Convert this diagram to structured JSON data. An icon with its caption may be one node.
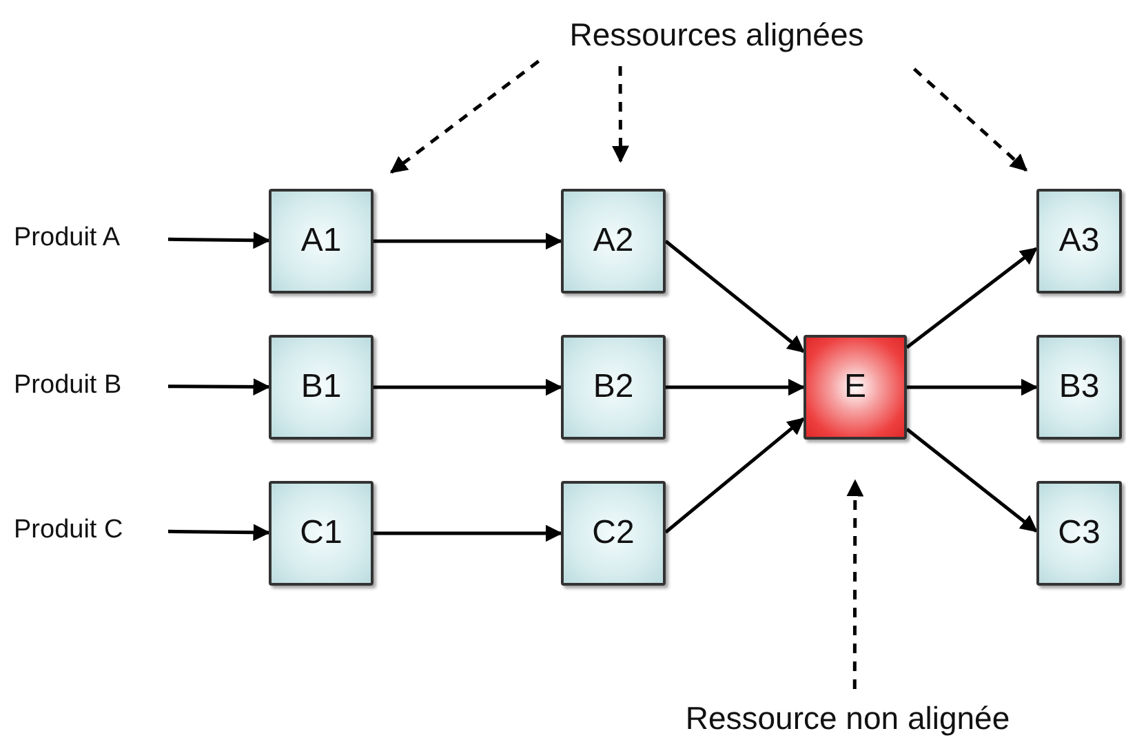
{
  "diagram": {
    "nodes": [
      {
        "text": [
          "Ressources alignées"
        ]
      },
      {
        "text": [
          "Produit A"
        ]
      },
      {
        "text": [
          "A1"
        ]
      },
      {
        "text": [
          "A2"
        ]
      },
      {
        "text": [
          "A3"
        ]
      },
      {
        "text": [
          "Produit B"
        ]
      },
      {
        "text": [
          "B1"
        ]
      },
      {
        "text": [
          "B2"
        ]
      },
      {
        "text": [
          "E"
        ]
      },
      {
        "text": [
          "B3"
        ]
      },
      {
        "text": [
          "Produit C"
        ]
      },
      {
        "text": [
          "C1"
        ]
      },
      {
        "text": [
          "C2"
        ]
      },
      {
        "text": [
          "C3"
        ]
      },
      {
        "text": [
          "Ressource non alignée"
        ]
      }
    ],
    "edges": [
      {
        "from": 0,
        "to": 2,
        "arrow": "to",
        "style": "dashed"
      },
      {
        "from": 0,
        "to": 3,
        "arrow": "to",
        "style": "dashed"
      },
      {
        "from": 0,
        "to": 4,
        "arrow": "to",
        "style": "dashed"
      },
      {
        "from": 1,
        "to": 2,
        "arrow": "to"
      },
      {
        "from": 2,
        "to": 3,
        "arrow": "to"
      },
      {
        "from": 3,
        "to": 8,
        "arrow": "to"
      },
      {
        "from": 8,
        "to": 4,
        "arrow": "to"
      },
      {
        "from": 5,
        "to": 6,
        "arrow": "to"
      },
      {
        "from": 6,
        "to": 7,
        "arrow": "to"
      },
      {
        "from": 7,
        "to": 8,
        "arrow": "to"
      },
      {
        "from": 8,
        "to": 9,
        "arrow": "to"
      },
      {
        "from": 10,
        "to": 11,
        "arrow": "to"
      },
      {
        "from": 11,
        "to": 12,
        "arrow": "to"
      },
      {
        "from": 12,
        "to": 8,
        "arrow": "to"
      },
      {
        "from": 8,
        "to": 13,
        "arrow": "to"
      },
      {
        "from": 14,
        "to": 8,
        "arrow": "to",
        "style": "dashed"
      }
    ]
  }
}
